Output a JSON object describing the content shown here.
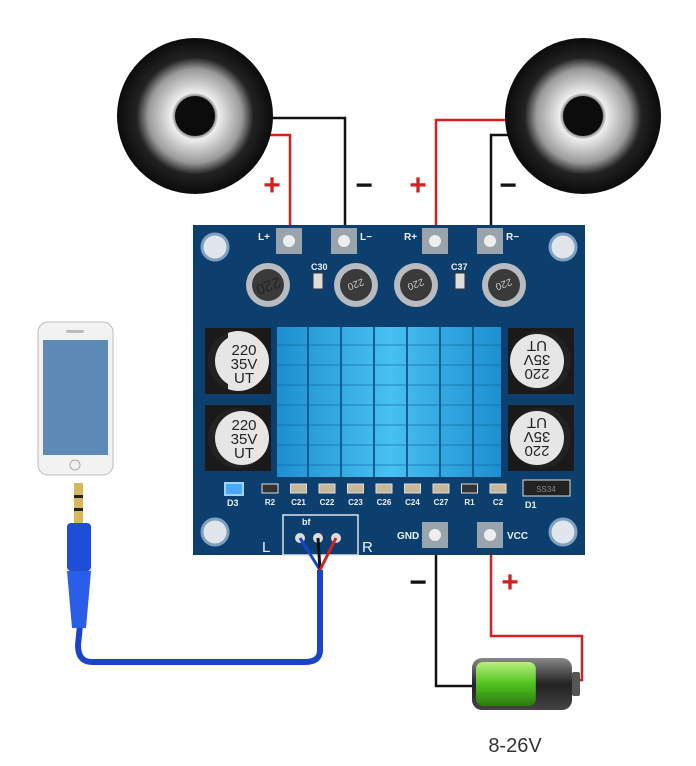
{
  "terminals": {
    "l_plus": "L+",
    "l_minus": "L−",
    "r_plus": "R+",
    "r_minus": "R−",
    "gnd": "GND",
    "vcc": "VCC"
  },
  "polarity": {
    "plus": "+",
    "minus": "−"
  },
  "components": {
    "c30": "C30",
    "c37": "C37",
    "inductor": "220",
    "cap_line1": "220",
    "cap_line2": "35V",
    "cap_line3": "UT",
    "d3": "D3",
    "d1": "D1",
    "diode": "SS34",
    "bottom_row": [
      "R2",
      "C21",
      "C22",
      "C23",
      "C26",
      "C24",
      "C27",
      "R1",
      "C2"
    ],
    "input_label": "bf",
    "input_l": "L",
    "input_r": "R"
  },
  "battery": {
    "voltage": "8-26V",
    "charge_fraction": 0.65
  },
  "colors": {
    "pcb": "#0d3f6e",
    "heatsink": "#2aa6e0",
    "positive_wire": "#d32020",
    "negative_wire": "#111111",
    "cable": "#1a44c8",
    "battery_green": "#5ad12a"
  }
}
